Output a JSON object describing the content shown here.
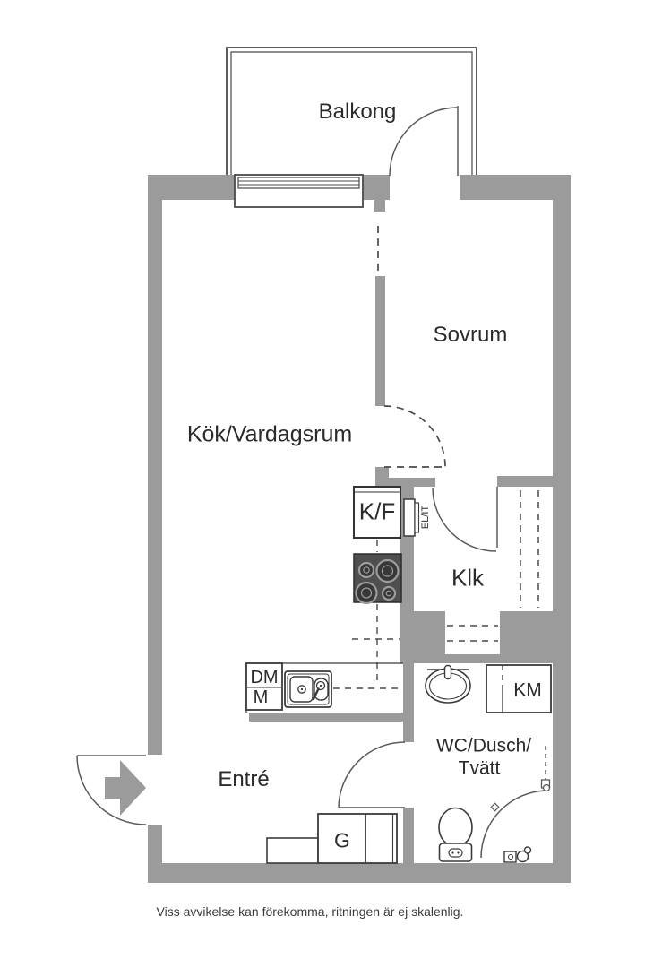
{
  "labels": {
    "balcony": "Balkong",
    "bedroom": "Sovrum",
    "kitchen_living": "Kök/Vardagsrum",
    "fridge_freezer": "K/F",
    "electrical_panel": "EL/IT",
    "closet": "Klk",
    "dishwasher": "DM",
    "microwave": "M",
    "washing_machine": "KM",
    "bathroom_line1": "WC/Dusch/",
    "bathroom_line2": "Tvätt",
    "entrance": "Entré",
    "wardrobe": "G"
  },
  "disclaimer": "Viss avvikelse kan förekomma, ritningen är ej skalenlig.",
  "colors": {
    "wall": "#9b9b9b",
    "fixture_line": "#3b3b3b",
    "door_line": "#5a5a5a",
    "dash_line": "#4a4a4a",
    "text": "#2b2b2b",
    "stove": "#4f4f4f",
    "background": "#ffffff"
  }
}
